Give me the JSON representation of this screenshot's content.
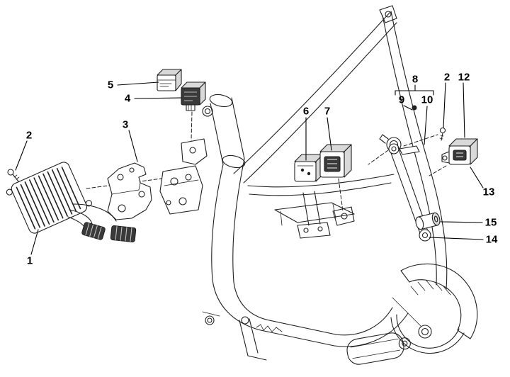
{
  "figure": {
    "type": "exploded-parts-diagram",
    "background": "#ffffff",
    "line_color": "#1f1f1f",
    "label_color": "#000000",
    "callouts": {
      "c1": "1",
      "c2_left": "2",
      "c3": "3",
      "c4": "4",
      "c5": "5",
      "c6": "6",
      "c7": "7",
      "c8": "8",
      "c9": "9",
      "c10": "10",
      "c2_right": "2",
      "c12": "12",
      "c13": "13",
      "c14": "14",
      "c15": "15"
    }
  }
}
